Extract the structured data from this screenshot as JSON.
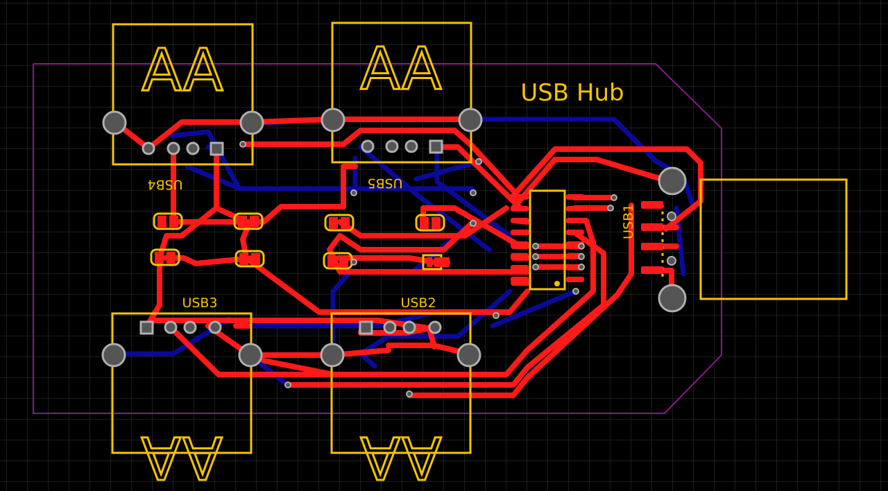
{
  "board": {
    "title": "USB Hub",
    "colors": {
      "background": "#000000",
      "grid": "#3a3a3a",
      "outline": "#8a1a8a",
      "top_copper": "#ff1a1a",
      "bottom_copper": "#0a0a9a",
      "silkscreen": "#f5c400",
      "pad": "#555555",
      "pad_ring": "#b0b0b0"
    }
  },
  "designators": {
    "usb1": "USB1",
    "usb2": "USB2",
    "usb3": "USB3",
    "usb4": "USB4",
    "usb5": "USB5"
  },
  "connector_marking": "AA"
}
